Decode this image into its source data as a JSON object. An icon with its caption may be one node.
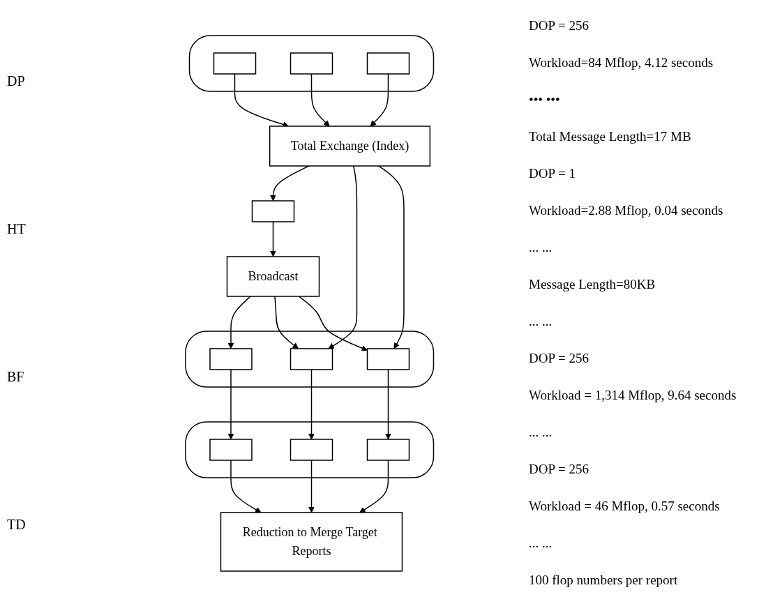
{
  "diagram": {
    "nodes": [
      {
        "text": [],
        "shape": "band"
      },
      {
        "text": [],
        "shape": "box",
        "in": 0
      },
      {
        "text": [],
        "shape": "box",
        "in": 0
      },
      {
        "text": [],
        "shape": "box",
        "in": 0
      },
      {
        "text": [
          "Total Exchange (Index)"
        ]
      },
      {
        "text": [],
        "shape": "box"
      },
      {
        "text": [
          "Broadcast"
        ]
      },
      {
        "text": [],
        "shape": "band"
      },
      {
        "text": [],
        "shape": "box",
        "in": 7
      },
      {
        "text": [],
        "shape": "box",
        "in": 7
      },
      {
        "text": [],
        "shape": "box",
        "in": 7
      },
      {
        "text": [],
        "shape": "band"
      },
      {
        "text": [],
        "shape": "box",
        "in": 11
      },
      {
        "text": [],
        "shape": "box",
        "in": 11
      },
      {
        "text": [],
        "shape": "box",
        "in": 11
      },
      {
        "text": [
          "Reduction to Merge Target Reports"
        ]
      }
    ],
    "edges": [
      {
        "from": 1,
        "to": 4,
        "arrow": "to"
      },
      {
        "from": 2,
        "to": 4,
        "arrow": "to"
      },
      {
        "from": 3,
        "to": 4,
        "arrow": "to"
      },
      {
        "from": 4,
        "to": 5,
        "arrow": "to"
      },
      {
        "from": 4,
        "to": 9,
        "arrow": "to"
      },
      {
        "from": 4,
        "to": 10,
        "arrow": "to"
      },
      {
        "from": 5,
        "to": 6,
        "arrow": "to"
      },
      {
        "from": 6,
        "to": 8,
        "arrow": "to"
      },
      {
        "from": 6,
        "to": 9,
        "arrow": "to"
      },
      {
        "from": 6,
        "to": 10,
        "arrow": "to"
      },
      {
        "from": 8,
        "to": 12,
        "arrow": "to"
      },
      {
        "from": 9,
        "to": 13,
        "arrow": "to"
      },
      {
        "from": 10,
        "to": 14,
        "arrow": "to"
      },
      {
        "from": 12,
        "to": 15,
        "arrow": "to"
      },
      {
        "from": 13,
        "to": 15,
        "arrow": "to"
      },
      {
        "from": 14,
        "to": 15,
        "arrow": "to"
      }
    ],
    "labels": [
      "DP",
      "DOP = 256",
      "Workload=84 Mflop, 4.12 seconds",
      "••• •••",
      "Total Message Length=17 MB",
      "HT",
      "DOP = 1",
      "Workload=2.88 Mflop, 0.04 seconds",
      "... ...",
      "Message Length=80KB",
      "BF",
      "... ...",
      "DOP = 256",
      "Workload = 1,314 Mflop, 9.64 seconds",
      "TD",
      "... ...",
      "DOP = 256",
      "Workload = 46 Mflop, 0.57 seconds",
      "... ...",
      "100 flop numbers per report"
    ]
  }
}
